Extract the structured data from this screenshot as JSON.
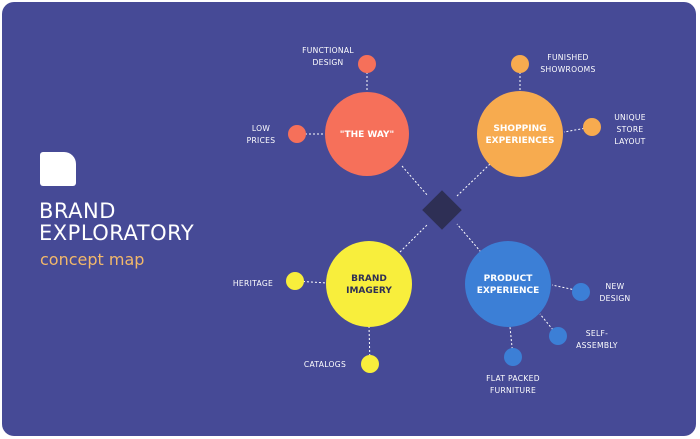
{
  "title_line1": "BRAND",
  "title_line2": "EXPLORATORY",
  "subtitle": "concept map",
  "colors": {
    "background": "#464a96",
    "orange_red": "#f6705a",
    "orange": "#f7ab4f",
    "blue": "#3c7fd6",
    "yellow": "#f8ee3c",
    "center": "#2e2f55"
  },
  "hubs": {
    "the_way": [
      "\"THE WAY\""
    ],
    "shopping": [
      "SHOPPING",
      "EXPERIENCES"
    ],
    "imagery": [
      "BRAND",
      "IMAGERY"
    ],
    "product": [
      "PRODUCT",
      "EXPERIENCE"
    ]
  },
  "leaves": {
    "functional_design": [
      "FUNCTIONAL",
      "DESIGN"
    ],
    "low_prices": [
      "LOW",
      "PRICES"
    ],
    "furnished_showrooms": [
      "FUNISHED",
      "SHOWROOMS"
    ],
    "unique_store_layout": [
      "UNIQUE",
      "STORE",
      "LAYOUT"
    ],
    "heritage": [
      "HERITAGE"
    ],
    "catalogs": [
      "CATALOGS"
    ],
    "new_design": [
      "NEW",
      "DESIGN"
    ],
    "self_assembly": [
      "SELF-",
      "ASSEMBLY"
    ],
    "flat_packed": [
      "FLAT PACKED",
      "FURNITURE"
    ]
  }
}
